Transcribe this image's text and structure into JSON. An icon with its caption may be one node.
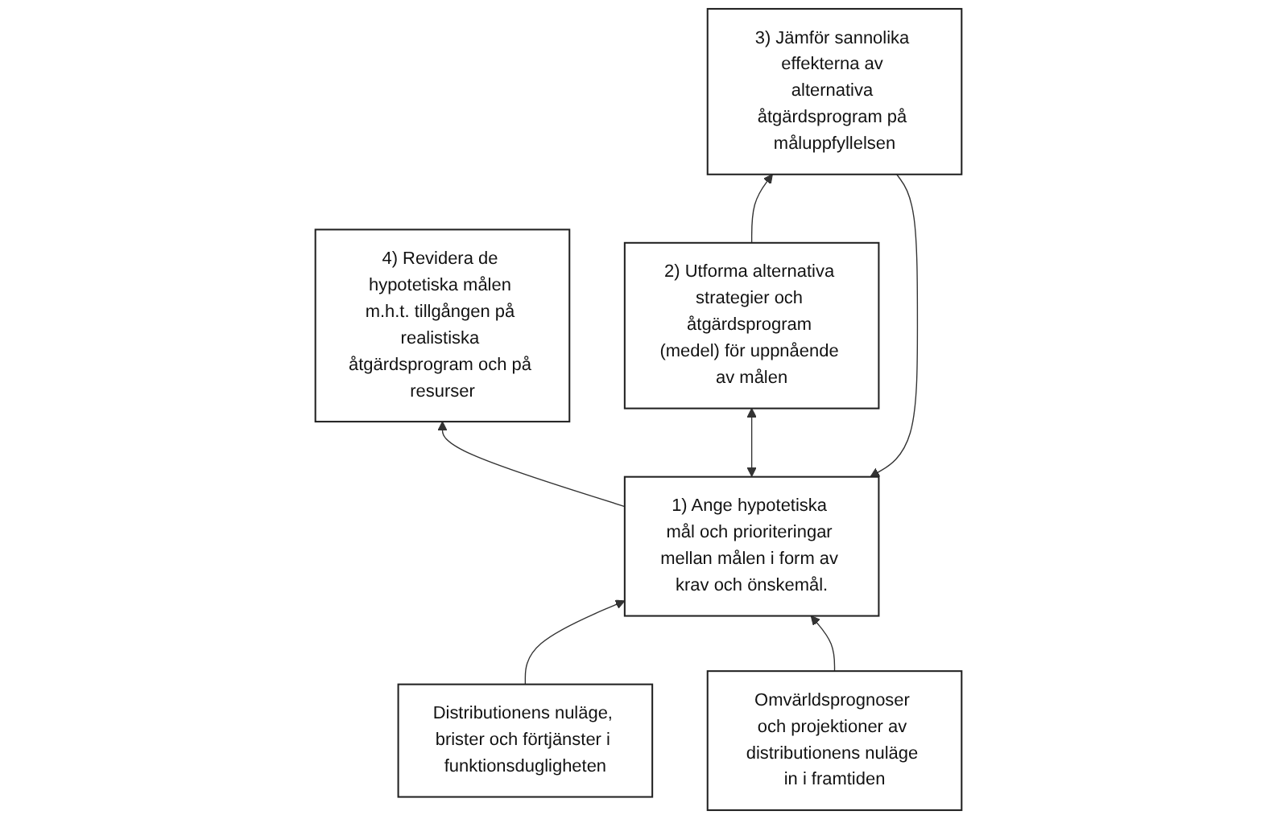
{
  "diagram": {
    "nodes": [
      {
        "text": [
          "4) Revidera de hypotetiska målen m.h.t. tillgången på realistiska åtgärdsprogram och på resurser"
        ]
      },
      {
        "text": [
          "Distributionens nuläge, brister och förtjänster i funktionsdugligheten"
        ]
      },
      {
        "text": [
          "1) Ange hypotetiska mål och prioriteringar mellan målen i form av krav och önskemål."
        ]
      },
      {
        "text": [
          "Omvärldsprognoser och projektioner av distributionens nuläge in i framtiden"
        ]
      },
      {
        "text": [
          "2) Utforma alternativa strategier och åtgärdsprogram (medel) för uppnående av målen"
        ]
      },
      {
        "text": [
          "3) Jämför sannolika effekterna av alternativa åtgärdsprogram på måluppfyllelsen"
        ]
      }
    ],
    "edges": [
      {
        "from": 2,
        "to": 0,
        "arrow": "to"
      },
      {
        "from": 1,
        "to": 2,
        "arrow": "to"
      },
      {
        "from": 3,
        "to": 2,
        "arrow": "to"
      },
      {
        "from": 2,
        "to": 4,
        "arrow": "both"
      },
      {
        "from": 4,
        "to": 5,
        "arrow": "to"
      },
      {
        "from": 5,
        "to": 2,
        "arrow": "to"
      }
    ]
  }
}
